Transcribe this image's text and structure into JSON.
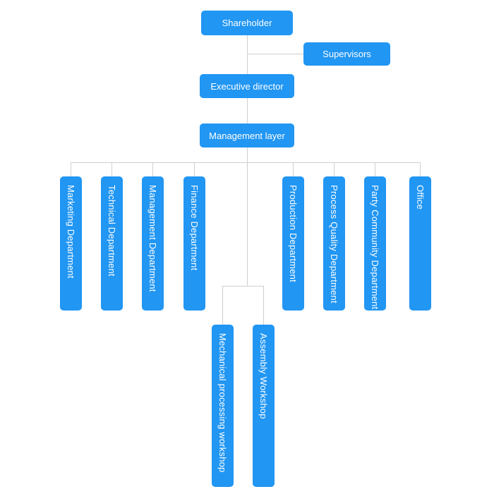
{
  "diagram": {
    "type": "org-chart",
    "colors": {
      "node_fill": "#2196F3",
      "node_text": "#ffffff",
      "connector": "#cfcfcf",
      "background": "#ffffff"
    },
    "nodes": {
      "shareholder": "Shareholder",
      "supervisors": "Supervisors",
      "executive_director": "Executive director",
      "management_layer": "Management layer",
      "departments": [
        "Marketing Department",
        "Technical Department",
        "Management Department",
        "Finance Department",
        "Production Department",
        "Process Quality Department",
        "Party Community Department",
        "Office"
      ],
      "workshops": [
        "Mechanical processing workshop",
        "Assembly Workshop"
      ]
    }
  }
}
